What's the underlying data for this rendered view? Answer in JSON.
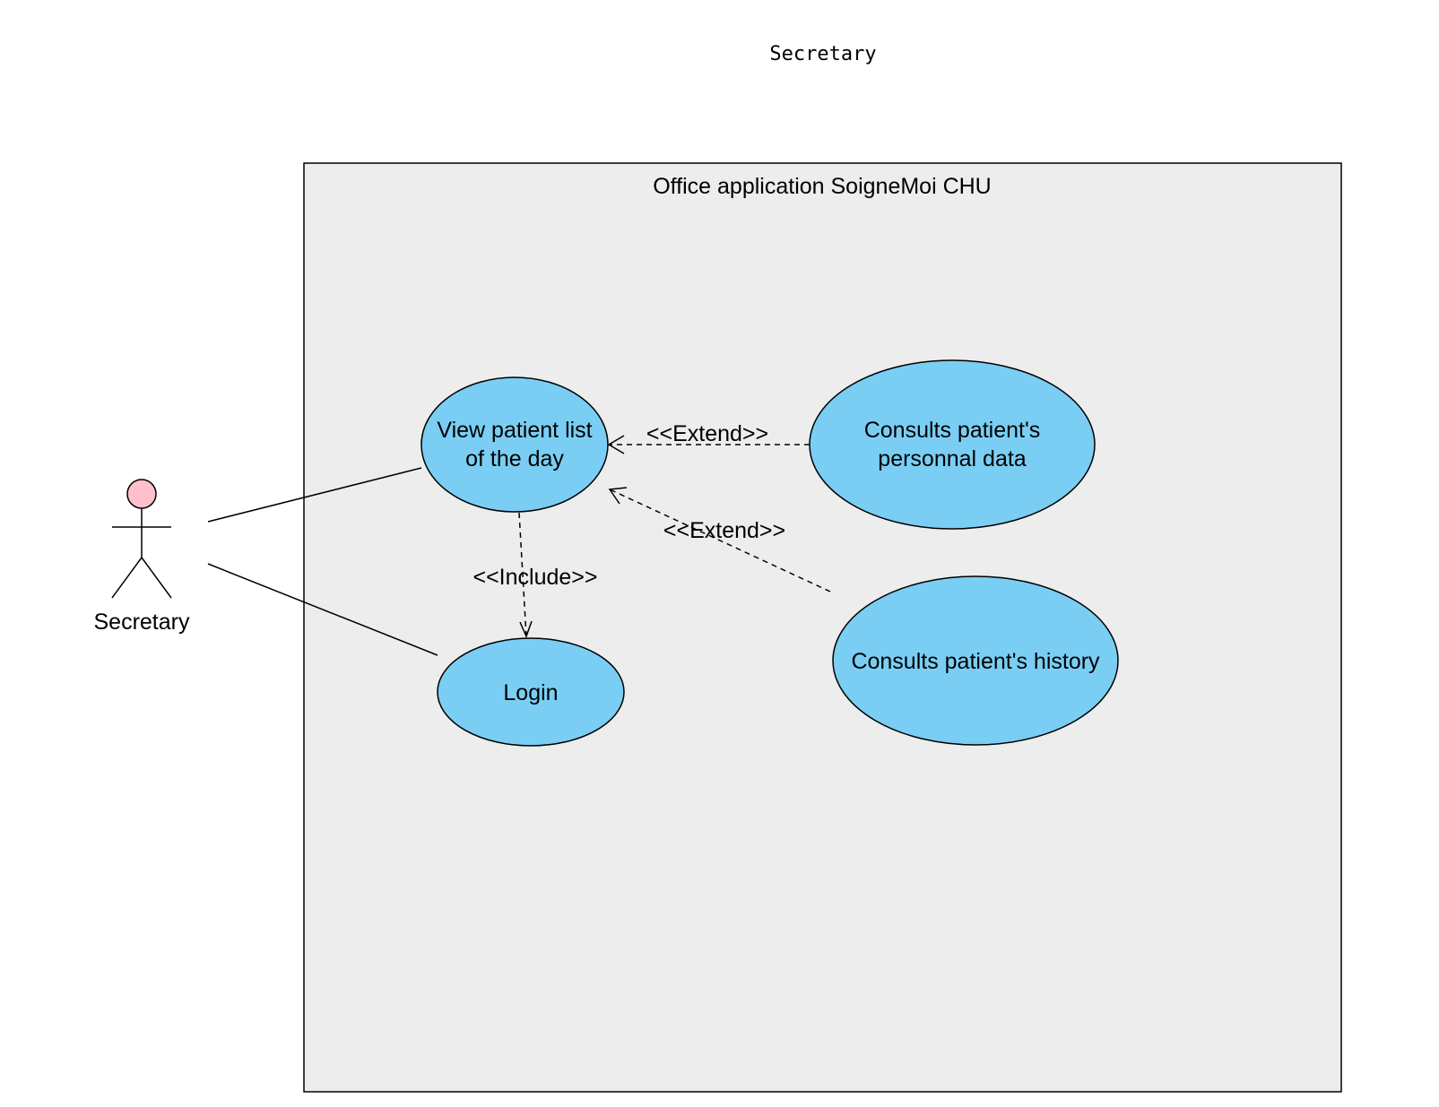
{
  "page_title": "Secretary",
  "system": {
    "name": "Office application SoigneMoi CHU"
  },
  "actor": {
    "name": "Secretary"
  },
  "use_cases": {
    "view_patient_list": [
      "View patient list",
      "of the day"
    ],
    "consults_personal_data": [
      "Consults patient's",
      "personnal data"
    ],
    "login": "Login",
    "consults_history": "Consults patient's history"
  },
  "relations": {
    "extend_personal_data": "<<Extend>>",
    "extend_history": "<<Extend>>",
    "include_login": "<<Include>>"
  },
  "colors": {
    "use_case_fill": "#7ACEF4",
    "boundary_fill": "#EDEDED",
    "actor_head_fill": "#FFC0CB"
  }
}
